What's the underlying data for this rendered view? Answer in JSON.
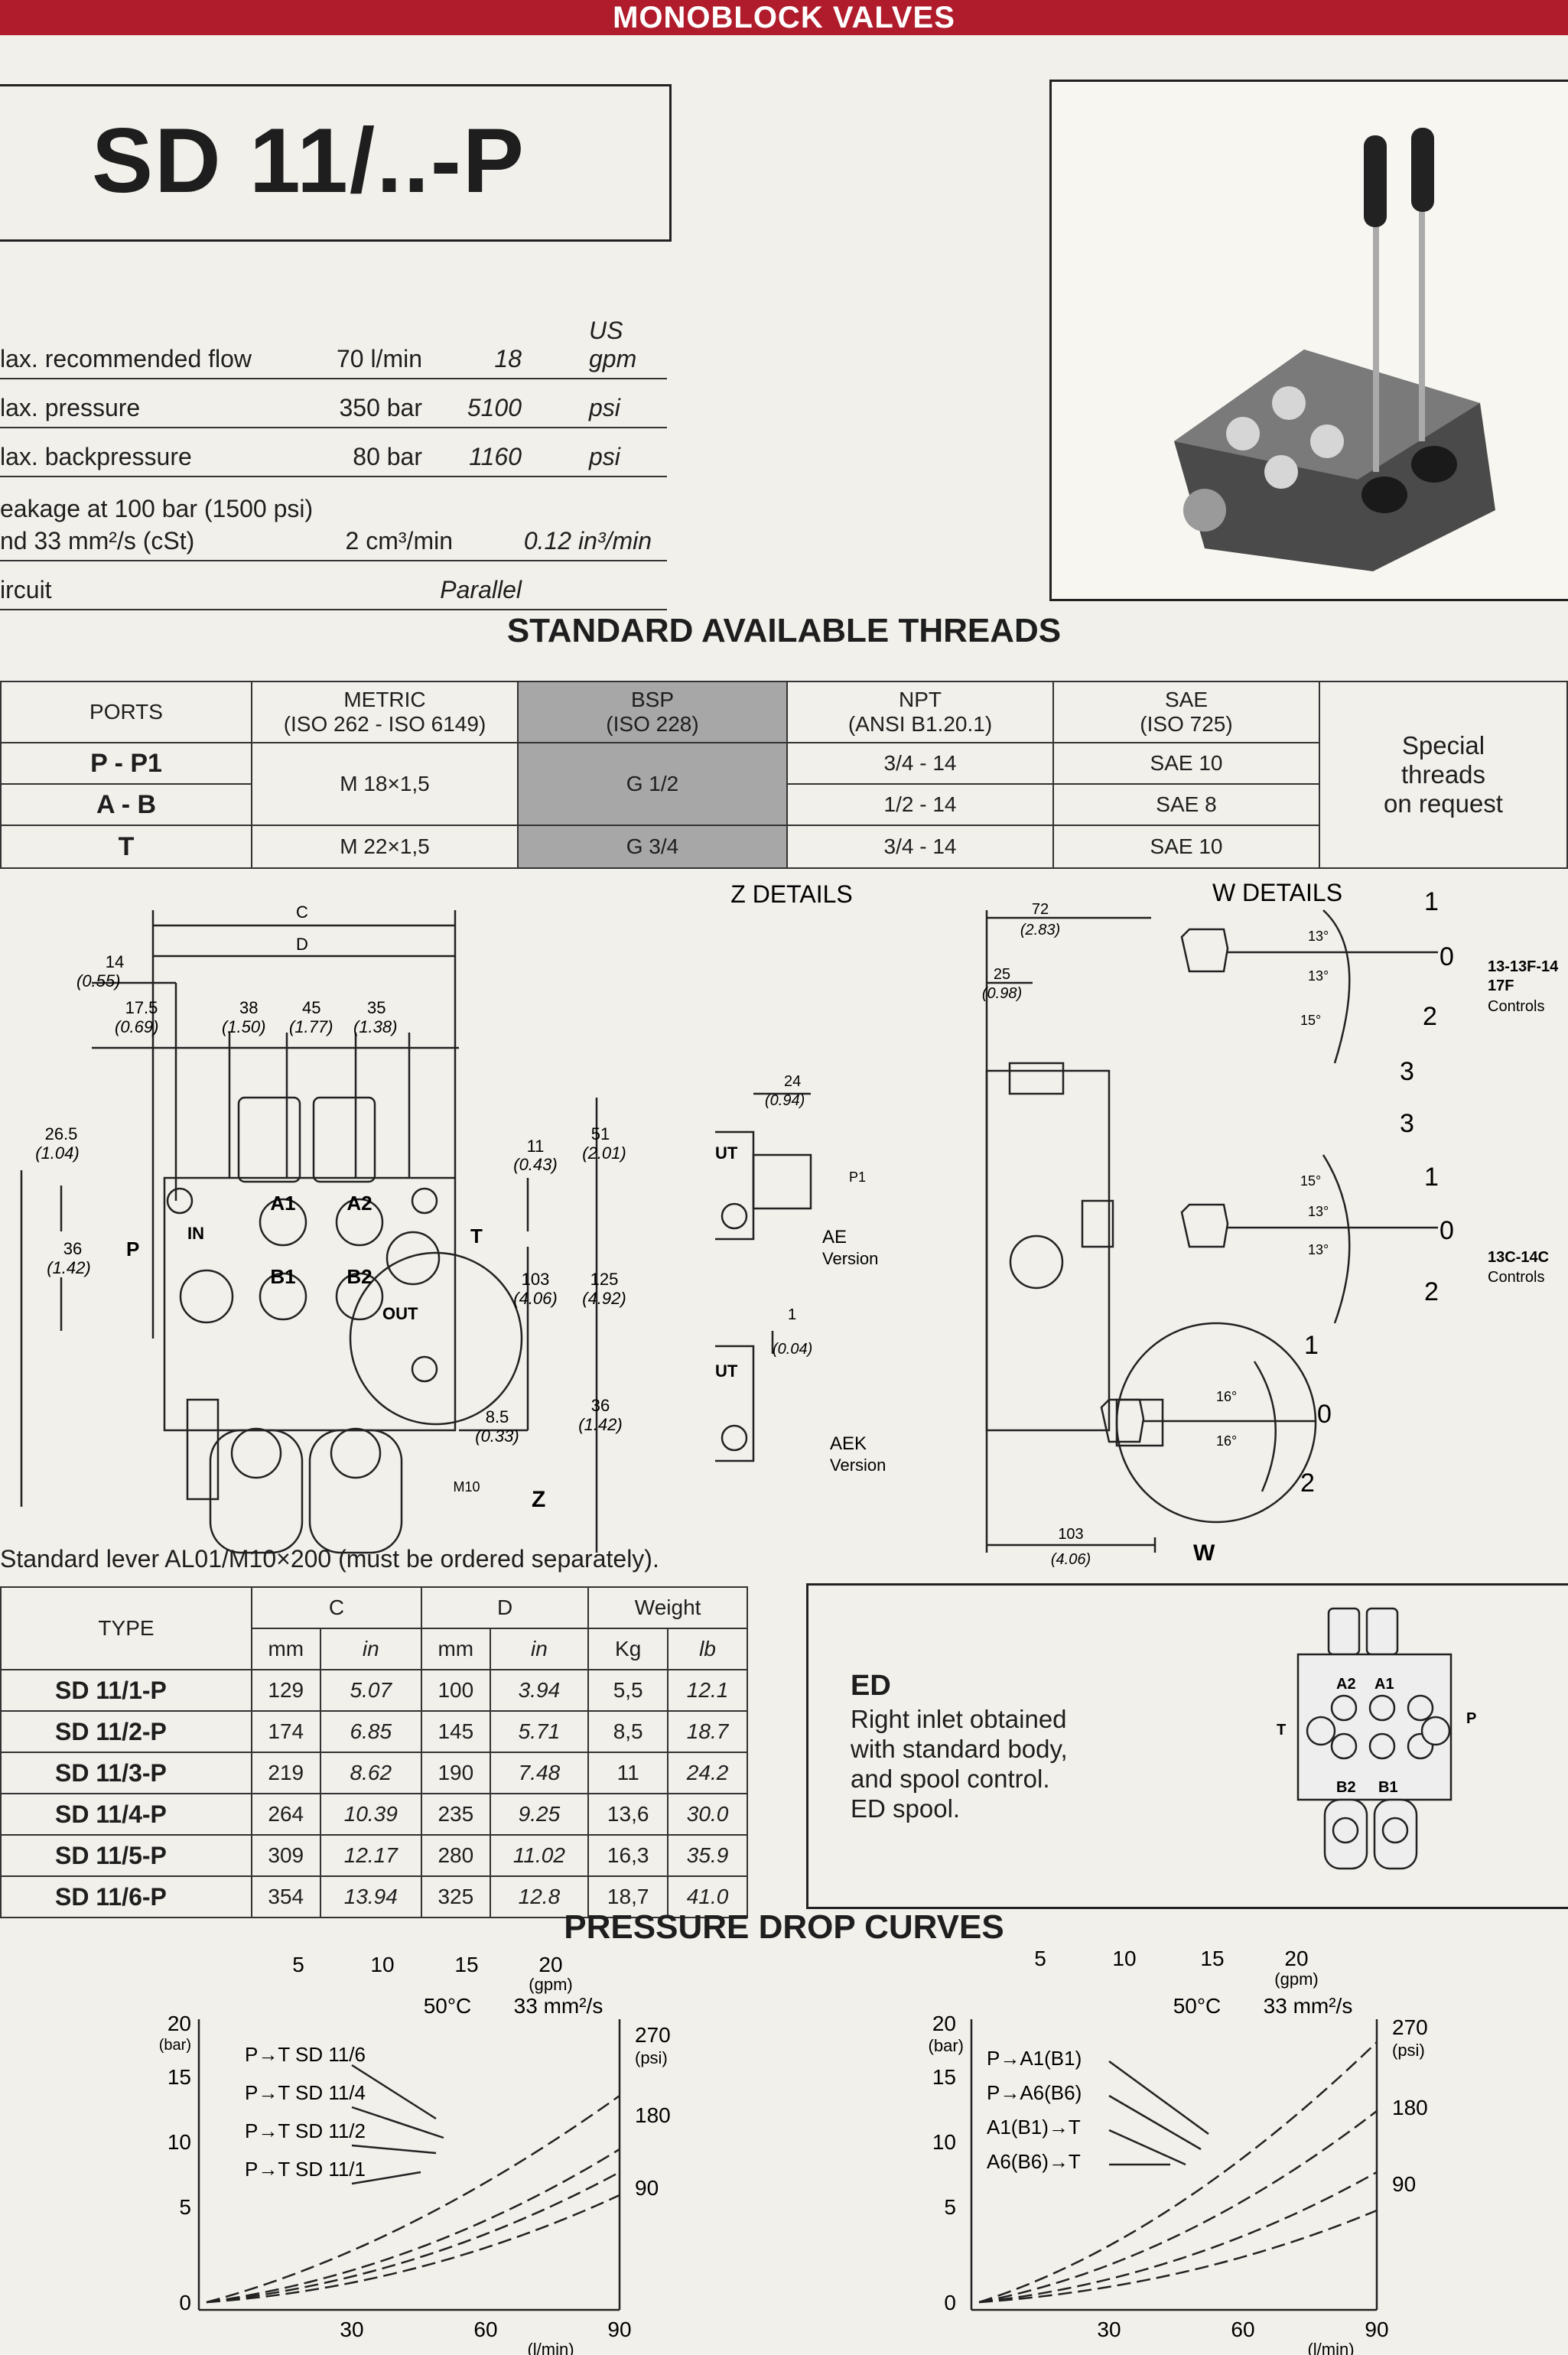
{
  "header": {
    "title": "MONOBLOCK VALVES"
  },
  "model": {
    "title": "SD 11/..-P"
  },
  "specs": [
    {
      "label": "lax. recommended flow",
      "metric": "70 l/min",
      "imperial": "18",
      "unit": "US gpm"
    },
    {
      "label": "lax. pressure",
      "metric": "350 bar",
      "imperial": "5100",
      "unit": "psi"
    },
    {
      "label": "lax. backpressure",
      "metric": "80 bar",
      "imperial": "1160",
      "unit": "psi"
    },
    {
      "label_line1": "eakage at 100 bar (1500 psi)",
      "label_line2": "nd 33 mm²/s (cSt)",
      "metric": "2 cm³/min",
      "imperial": "0.12 in³/min"
    },
    {
      "label": "ircuit",
      "imperial": "Parallel"
    }
  ],
  "threads": {
    "title": "STANDARD AVAILABLE THREADS",
    "headers": {
      "ports": "PORTS",
      "metric_1": "METRIC",
      "metric_2": "(ISO 262 - ISO 6149)",
      "bsp_1": "BSP",
      "bsp_2": "(ISO 228)",
      "npt_1": "NPT",
      "npt_2": "(ANSI B1.20.1)",
      "sae_1": "SAE",
      "sae_2": "(ISO 725)"
    },
    "rows": [
      {
        "port": "P - P1",
        "npt": "3/4 - 14",
        "sae": "SAE 10"
      },
      {
        "port": "A - B",
        "npt": "1/2 - 14",
        "sae": "SAE 8"
      },
      {
        "port": "T",
        "metric": "M 22×1,5",
        "bsp": "G 3/4",
        "npt": "3/4 - 14",
        "sae": "SAE 10"
      }
    ],
    "merged_metric": "M 18×1,5",
    "merged_bsp": "G 1/2",
    "special_1": "Special",
    "special_2": "threads",
    "special_3": "on request"
  },
  "drawing": {
    "z_details": "Z DETAILS",
    "w_details": "W DETAILS",
    "dim_C": "C",
    "dim_D": "D",
    "d14": "14",
    "d14i": "(0.55)",
    "d175": "17.5",
    "d175i": "(0.69)",
    "d38": "38",
    "d38i": "(1.50)",
    "d45": "45",
    "d45i": "(1.77)",
    "d35": "35",
    "d35i": "(1.38)",
    "d265": "26.5",
    "d265i": "(1.04)",
    "d36": "36",
    "d36i": "(1.42)",
    "d11": "11",
    "d11i": "(0.43)",
    "d51": "51",
    "d51i": "(2.01)",
    "d103": "103",
    "d103i": "(4.06)",
    "d125": "125",
    "d125i": "(4.92)",
    "d36b": "36",
    "d36bi": "(1.42)",
    "d85": "8.5",
    "d85i": "(0.33)",
    "d24": "24",
    "d24i": "(0.94)",
    "d1": "1",
    "d1i": "(0.04)",
    "d72": "72",
    "d72i": "(2.83)",
    "d25": "25",
    "d25i": "(0.98)",
    "d103w": "103",
    "d103wi": "(4.06)",
    "m10": "M10",
    "port_A1": "A1",
    "port_A2": "A2",
    "port_B1": "B1",
    "port_B2": "B2",
    "port_IN": "IN",
    "port_P": "P",
    "port_T": "T",
    "port_OUT": "OUT",
    "port_UT": "UT",
    "port_P1": "P1",
    "label_Z": "Z",
    "label_W": "W",
    "ae_version_1": "AE",
    "ae_version_2": "Version",
    "aek_version_1": "AEK",
    "aek_version_2": "Version",
    "ctrl1_1": "13-13F-14",
    "ctrl1_2": "17F",
    "ctrl1_3": "Controls",
    "ctrl2_1": "13C-14C",
    "ctrl2_2": "Controls",
    "pos_1": "1",
    "pos_0": "0",
    "pos_2": "2",
    "pos_3": "3",
    "angle_13": "13°",
    "angle_15": "15°",
    "angle_16": "16°"
  },
  "lever_note": "Standard lever AL01/M10×200 (must be ordered separately).",
  "types_table": {
    "h_type": "TYPE",
    "h_C": "C",
    "h_D": "D",
    "h_weight": "Weight",
    "h_mm": "mm",
    "h_in": "in",
    "h_kg": "Kg",
    "h_lb": "lb",
    "rows": [
      {
        "type": "SD 11/1-P",
        "c_mm": "129",
        "c_in": "5.07",
        "d_mm": "100",
        "d_in": "3.94",
        "kg": "5,5",
        "lb": "12.1"
      },
      {
        "type": "SD 11/2-P",
        "c_mm": "174",
        "c_in": "6.85",
        "d_mm": "145",
        "d_in": "5.71",
        "kg": "8,5",
        "lb": "18.7"
      },
      {
        "type": "SD 11/3-P",
        "c_mm": "219",
        "c_in": "8.62",
        "d_mm": "190",
        "d_in": "7.48",
        "kg": "11",
        "lb": "24.2"
      },
      {
        "type": "SD 11/4-P",
        "c_mm": "264",
        "c_in": "10.39",
        "d_mm": "235",
        "d_in": "9.25",
        "kg": "13,6",
        "lb": "30.0"
      },
      {
        "type": "SD 11/5-P",
        "c_mm": "309",
        "c_in": "12.17",
        "d_mm": "280",
        "d_in": "11.02",
        "kg": "16,3",
        "lb": "35.9"
      },
      {
        "type": "SD 11/6-P",
        "c_mm": "354",
        "c_in": "13.94",
        "d_mm": "325",
        "d_in": "12.8",
        "kg": "18,7",
        "lb": "41.0"
      }
    ]
  },
  "ed": {
    "title": "ED",
    "line1": "Right inlet obtained",
    "line2": "with standard body,",
    "line3": "and spool control.",
    "line4": "ED spool.",
    "label_A2": "A2",
    "label_A1": "A1",
    "label_T": "T",
    "label_P": "P",
    "label_B2": "B2",
    "label_B1": "B1"
  },
  "curves": {
    "title": "PRESSURE DROP CURVES",
    "left": {
      "gpm_ticks": [
        "5",
        "10",
        "15",
        "20"
      ],
      "gpm_unit": "(gpm)",
      "bar_ticks": [
        "20",
        "15",
        "10",
        "5",
        "0"
      ],
      "bar_unit": "(bar)",
      "psi_ticks": [
        "270",
        "180",
        "90"
      ],
      "psi_unit": "(psi)",
      "lmin_ticks": [
        "30",
        "60",
        "90"
      ],
      "lmin_unit": "(l/min)",
      "temp": "50°C",
      "visc": "33 mm²/s",
      "legend": [
        "P→T  SD 11/6",
        "P→T  SD 11/4",
        "P→T  SD 11/2",
        "P→T  SD 11/1"
      ]
    },
    "right": {
      "gpm_ticks": [
        "5",
        "10",
        "15",
        "20"
      ],
      "gpm_unit": "(gpm)",
      "bar_ticks": [
        "20",
        "15",
        "10",
        "5",
        "0"
      ],
      "bar_unit": "(bar)",
      "psi_ticks": [
        "270",
        "180",
        "90"
      ],
      "psi_unit": "(psi)",
      "lmin_ticks": [
        "30",
        "60",
        "90"
      ],
      "lmin_unit": "(l/min)",
      "temp": "50°C",
      "visc": "33 mm²/s",
      "legend": [
        "P→A1(B1)",
        "P→A6(B6)",
        "A1(B1)→T",
        "A6(B6)→T"
      ]
    }
  }
}
